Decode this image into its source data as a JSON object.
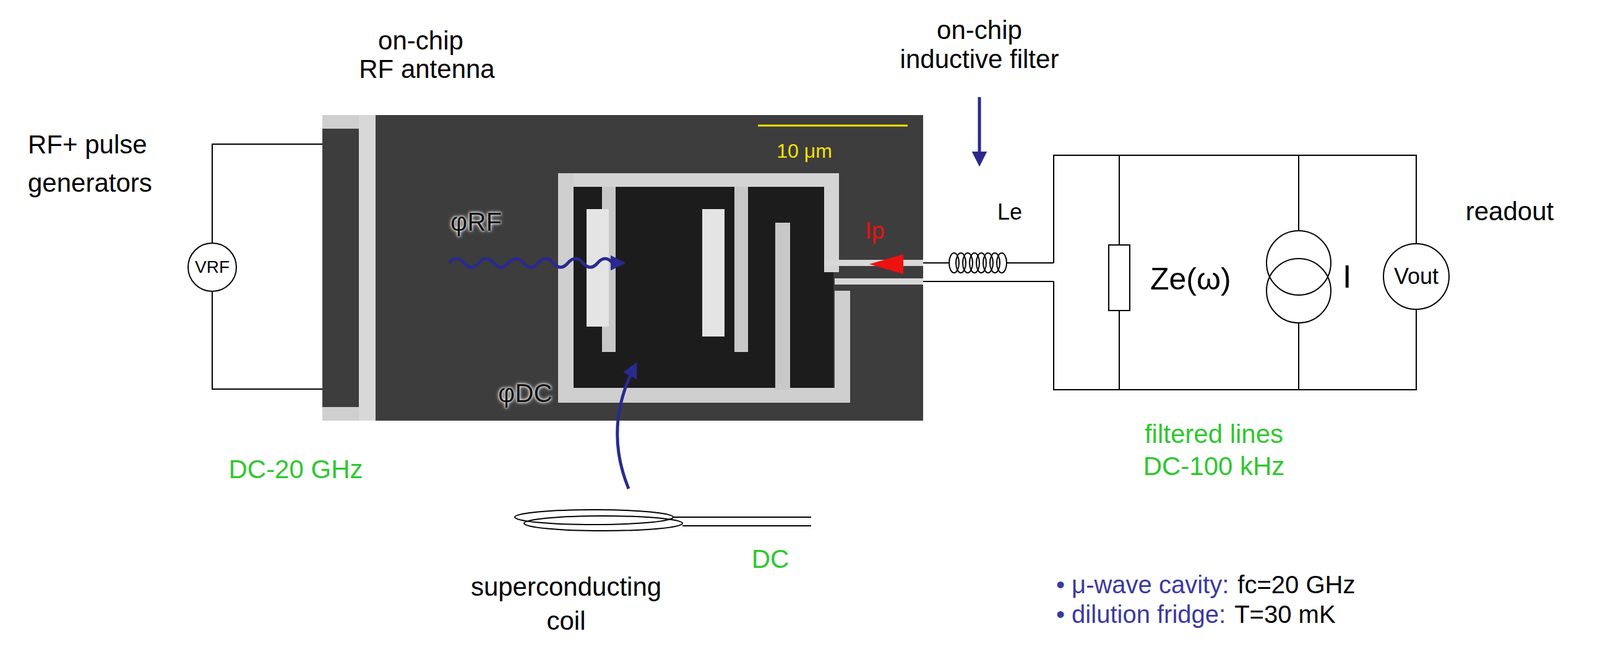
{
  "diagram": {
    "nodes": [
      {
        "text": [
          "VRF"
        ]
      },
      {
        "text": [
          "Ze(ω)"
        ]
      },
      {
        "text": [
          "I"
        ]
      },
      {
        "text": [
          "Vout"
        ]
      }
    ],
    "edges": [
      {
        "from": 1,
        "to": 2,
        "arrow": "none"
      },
      {
        "from": 2,
        "to": 3,
        "arrow": "none"
      }
    ],
    "labels": [
      "on-chip",
      "RF antenna",
      "RF+ pulse",
      "generators",
      "DC-20 GHz",
      "10 μm",
      "φRF",
      "φDC",
      "on-chip",
      "inductive filter",
      "Le",
      "Ip",
      "readout",
      "filtered lines",
      "DC-100 kHz",
      "DC",
      "superconducting",
      "coil",
      "• μ-wave cavity:",
      "fc=20 GHz",
      "• dilution fridge:",
      "T=30 mK"
    ]
  }
}
